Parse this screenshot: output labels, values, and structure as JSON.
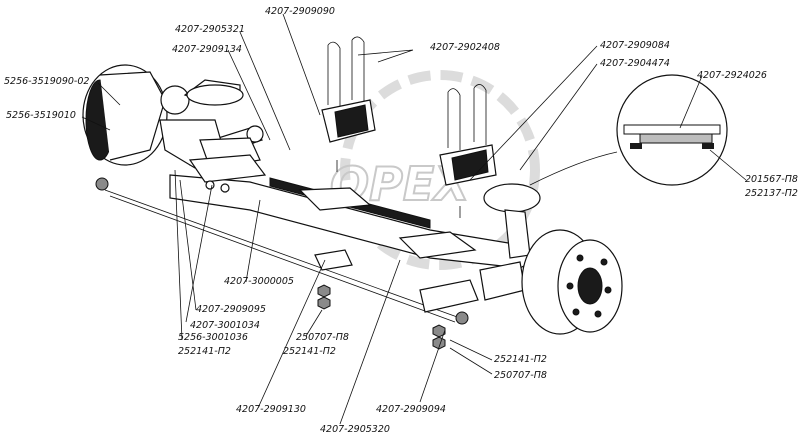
{
  "watermark": "OPEX",
  "labels": {
    "l01": "4207-2909090",
    "l02": "4207-2905321",
    "l03": "4207-2909134",
    "l04": "5256-3519090-02",
    "l05": "5256-3519010",
    "l06": "4207-2902408",
    "l07": "4207-2909084",
    "l08": "4207-2904474",
    "l09": "4207-2924026",
    "l10": "201567-П8",
    "l11": "252137-П2",
    "l12": "4207-3000005",
    "l13": "4207-2909095",
    "l14": "4207-3001034",
    "l15": "5256-3001036",
    "l16": "252141-П2",
    "l17": "250707-П8",
    "l18": "252141-П2",
    "l19": "252141-П2",
    "l20": "250707-П8",
    "l21": "4207-2909130",
    "l22": "4207-2909094",
    "l23": "4207-2905320"
  }
}
